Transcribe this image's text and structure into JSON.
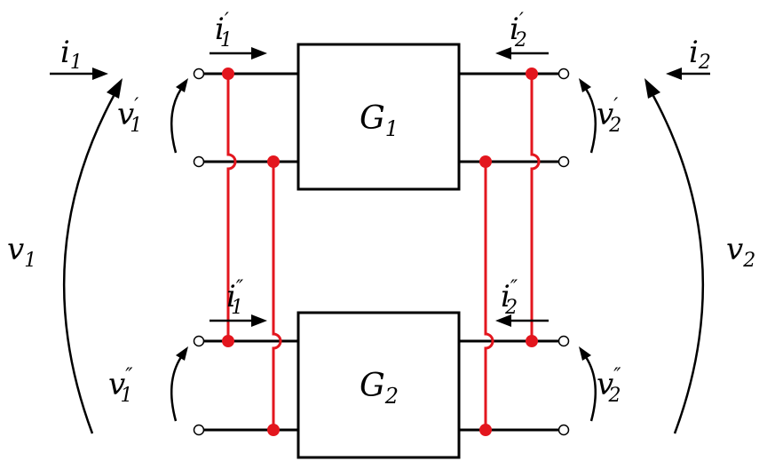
{
  "boxes": {
    "top": {
      "name": "G",
      "sub": "1"
    },
    "bottom": {
      "name": "G",
      "sub": "2"
    }
  },
  "currents": {
    "i1": {
      "sym": "i",
      "sub": "1"
    },
    "i2": {
      "sym": "i",
      "sub": "2"
    },
    "i1p": {
      "sym": "i",
      "sub": "1",
      "mark": "′"
    },
    "i2p": {
      "sym": "i",
      "sub": "2",
      "mark": "′"
    },
    "i1pp": {
      "sym": "i",
      "sub": "1",
      "mark": "″"
    },
    "i2pp": {
      "sym": "i",
      "sub": "2",
      "mark": "″"
    }
  },
  "voltages": {
    "v1": {
      "sym": "v",
      "sub": "1"
    },
    "v2": {
      "sym": "v",
      "sub": "2"
    },
    "v1p": {
      "sym": "v",
      "sub": "1",
      "mark": "′"
    },
    "v2p": {
      "sym": "v",
      "sub": "2",
      "mark": "′"
    },
    "v1pp": {
      "sym": "v",
      "sub": "1",
      "mark": "″"
    },
    "v2pp": {
      "sym": "v",
      "sub": "2",
      "mark": "″"
    }
  },
  "colors": {
    "interconnect": "#e3161e",
    "wire": "#000000"
  }
}
